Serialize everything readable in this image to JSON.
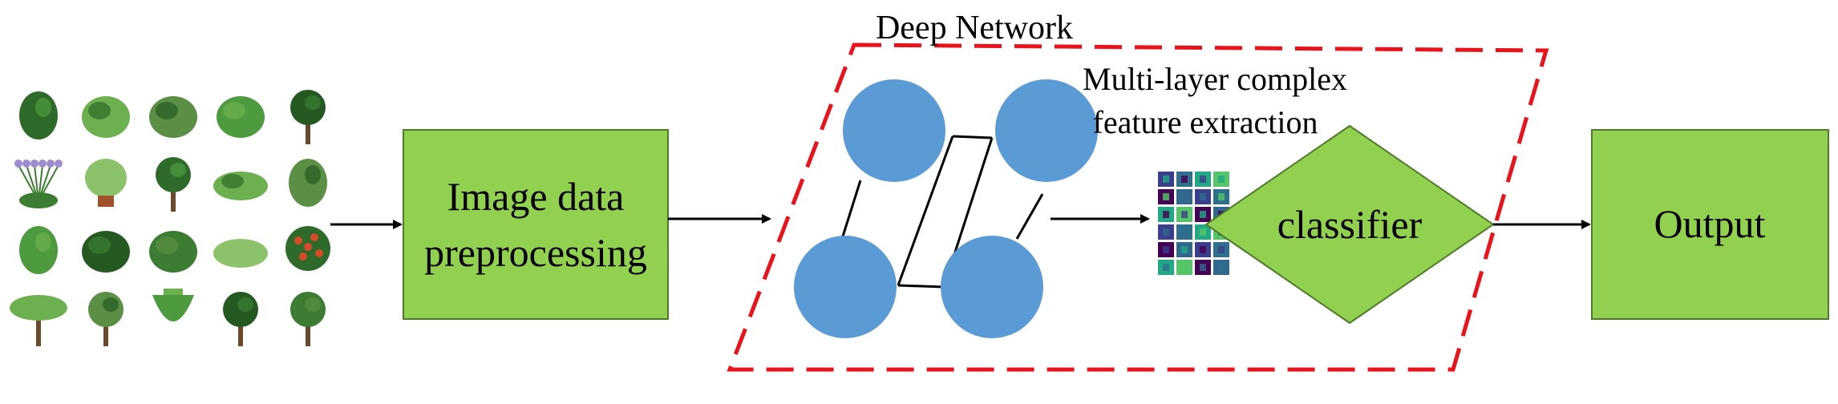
{
  "colors": {
    "box_fill": "#92D050",
    "box_stroke": "#4F7A2A",
    "node_fill": "#5B9BD5",
    "dashed_border": "#E8141B",
    "line": "#000000",
    "foliage": [
      "#2E6B2A",
      "#3C7D33",
      "#4E9A3E",
      "#6DB04F",
      "#8CC26A",
      "#245A22",
      "#5A8F45"
    ],
    "flower": "#D64A2A",
    "fmap_bg": "#2A1F5E",
    "fmap_cells": [
      "#3B3E8A",
      "#2E6F8E",
      "#22A884",
      "#55C667",
      "#440154",
      "#31688E"
    ]
  },
  "icons": [
    "plant-thumbnail-icon",
    "feature-map-grid-icon",
    "arrow-right-icon"
  ],
  "thumbnails": {
    "rows": 4,
    "cols": 5,
    "kinds": [
      "shrub",
      "ball",
      "ball",
      "ball",
      "tree",
      "flower",
      "potted",
      "tree",
      "spread",
      "shrub",
      "shrub",
      "ball",
      "ball",
      "spread",
      "flowering",
      "umbrella",
      "tree",
      "hanging",
      "tree",
      "tree"
    ]
  },
  "labels": {
    "preprocessing_line1": "Image data",
    "preprocessing_line2": "preprocessing",
    "deep_network": "Deep Network",
    "feature_line1": "Multi-layer complex",
    "feature_line2": "feature extraction",
    "classifier": "classifier",
    "output": "Output"
  }
}
